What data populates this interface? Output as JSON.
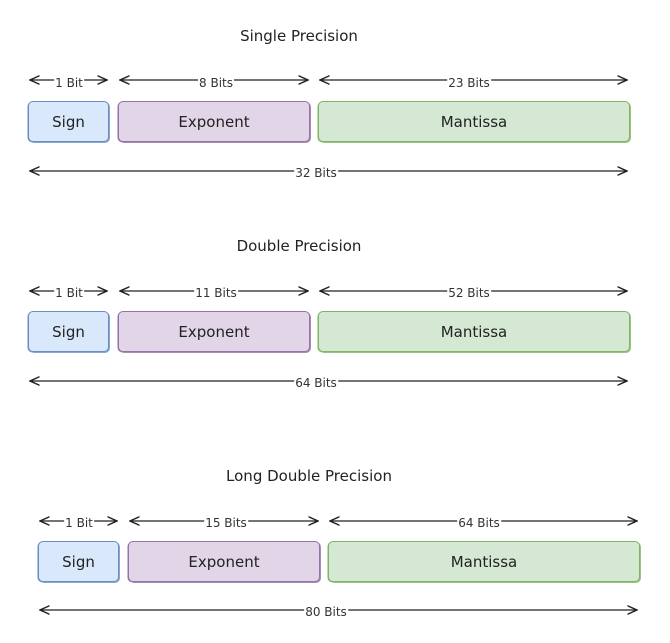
{
  "sections": [
    {
      "title": "Single Precision",
      "fields": {
        "sign": {
          "label": "Sign",
          "bits": "1 Bit"
        },
        "exponent": {
          "label": "Exponent",
          "bits": "8 Bits"
        },
        "mantissa": {
          "label": "Mantissa",
          "bits": "23 Bits"
        }
      },
      "total": "32 Bits"
    },
    {
      "title": "Double Precision",
      "fields": {
        "sign": {
          "label": "Sign",
          "bits": "1 Bit"
        },
        "exponent": {
          "label": "Exponent",
          "bits": "11 Bits"
        },
        "mantissa": {
          "label": "Mantissa",
          "bits": "52 Bits"
        }
      },
      "total": "64 Bits"
    },
    {
      "title": "Long Double Precision",
      "fields": {
        "sign": {
          "label": "Sign",
          "bits": "1 Bit"
        },
        "exponent": {
          "label": "Exponent",
          "bits": "15 Bits"
        },
        "mantissa": {
          "label": "Mantissa",
          "bits": "64 Bits"
        }
      },
      "total": "80 Bits"
    }
  ],
  "colors": {
    "sign_fill": "#dae8fc",
    "sign_stroke": "#6c8ebf",
    "exponent_fill": "#e1d5e7",
    "exponent_stroke": "#9673a6",
    "mantissa_fill": "#d5e8d4",
    "mantissa_stroke": "#82b366"
  }
}
